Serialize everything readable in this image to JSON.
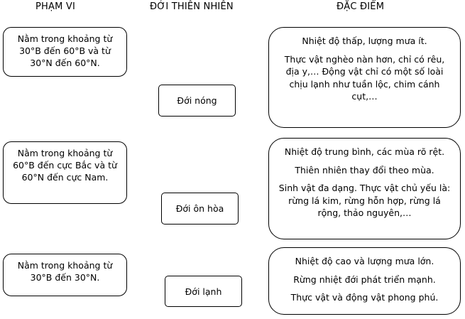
{
  "headers": {
    "col1": "PHẠM VI",
    "col2": "ĐỚI THIÊN NHIÊN",
    "col3": "ĐẶC ĐIỂM"
  },
  "ranges": [
    "Nằm trong khoảng từ 30°B đến 60°B và từ 30°N đến 60°N.",
    "Nằm trong khoảng từ 60°B đến cực Bắc và từ 60°N đến cực Nam.",
    "Nằm trong khoảng từ 30°B đến 30°N."
  ],
  "zones": [
    "Đới nóng",
    "Đới ôn hòa",
    "Đới lạnh"
  ],
  "features": [
    [
      "Nhiệt độ thấp, lượng mưa ít.",
      "Thực vật nghèo nàn hơn, chỉ có rêu, địa y,… Động vật chỉ có một số loài chịu lạnh như tuần lộc, chim cánh cụt,…"
    ],
    [
      "Nhiệt độ trung bình, các mùa rõ rệt.",
      "Thiên nhiên thay đổi theo mùa.",
      "Sinh vật đa dạng. Thực vật chủ yếu là: rừng lá kim, rừng hỗn hợp, rừng lá rộng, thảo nguyên,…"
    ],
    [
      "Nhiệt độ cao và lượng mưa lớn.",
      "Rừng nhiệt đới phát triển mạnh.",
      "Thực vật và động vật phong phú."
    ]
  ]
}
